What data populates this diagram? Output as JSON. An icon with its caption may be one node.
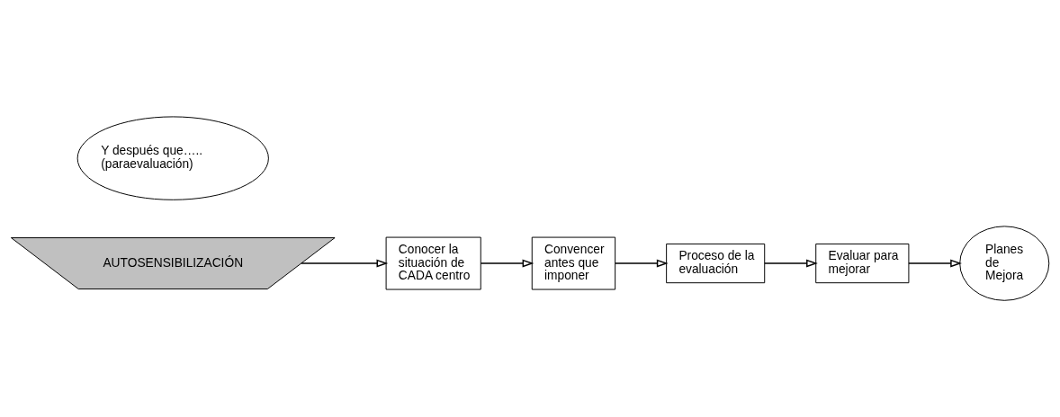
{
  "diagram": {
    "nodes": [
      {
        "text": [
          "AUTOSENSIBILIZACIÓN"
        ]
      },
      {
        "text": [
          "Conocer la situación de CADA centro"
        ]
      },
      {
        "text": [
          "Convencer antes que imponer"
        ]
      },
      {
        "text": [
          "Proceso de la evaluación"
        ]
      },
      {
        "text": [
          "Evaluar para mejorar"
        ]
      },
      {
        "text": [
          "Planes de Mejora"
        ]
      },
      {
        "text": [
          "Y después que….. (paraevaluación)"
        ]
      }
    ],
    "edges": [
      {
        "from": 0,
        "to": 1,
        "arrow": "to"
      },
      {
        "from": 1,
        "to": 2,
        "arrow": "to"
      },
      {
        "from": 2,
        "to": 3,
        "arrow": "to"
      },
      {
        "from": 3,
        "to": 4,
        "arrow": "to"
      },
      {
        "from": 4,
        "to": 5,
        "arrow": "to"
      }
    ]
  }
}
